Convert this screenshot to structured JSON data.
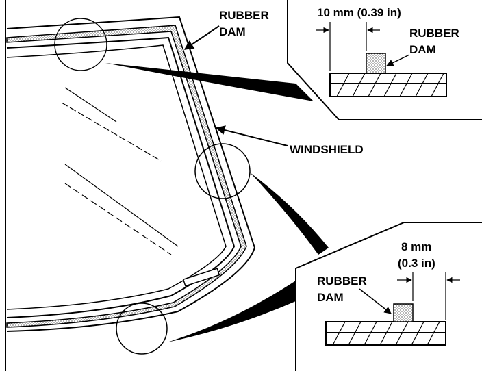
{
  "labels": {
    "rubber_dam_main_line1": "RUBBER",
    "rubber_dam_main_line2": "DAM",
    "windshield": "WINDSHIELD",
    "top_detail_dimension": "10 mm (0.39 in)",
    "top_detail_rubber_line1": "RUBBER",
    "top_detail_rubber_line2": "DAM",
    "bottom_detail_dimension_line1": "8 mm",
    "bottom_detail_dimension_line2": "(0.3 in)",
    "bottom_detail_rubber_line1": "RUBBER",
    "bottom_detail_rubber_line2": "DAM"
  }
}
